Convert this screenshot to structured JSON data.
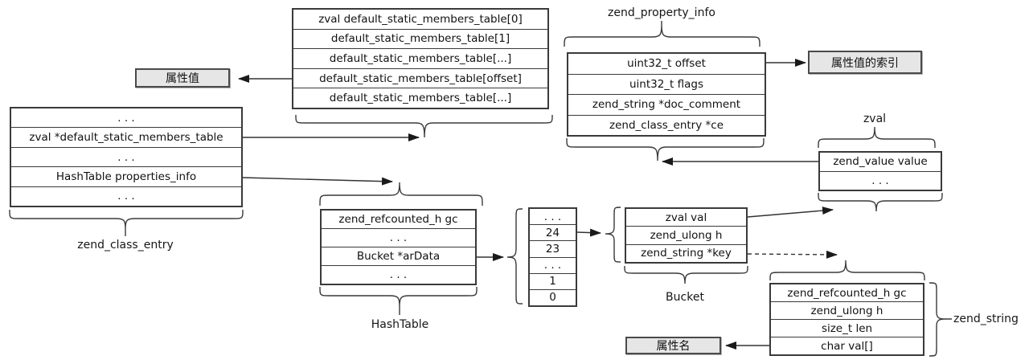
{
  "boxes": {
    "property_value": "属性值",
    "property_value_index": "属性值的索引",
    "property_name": "属性名"
  },
  "labels": {
    "zend_property_info": "zend_property_info",
    "zval": "zval",
    "zend_class_entry": "zend_class_entry",
    "hashtable": "HashTable",
    "bucket": "Bucket",
    "zend_string": "zend_string"
  },
  "tables": {
    "static_members": {
      "rows": [
        "zval default_static_members_table[0]",
        "default_static_members_table[1]",
        "default_static_members_table[...]",
        "default_static_members_table[offset]",
        "default_static_members_table[...]"
      ]
    },
    "class_entry": {
      "rows": [
        ". . .",
        "zval *default_static_members_table",
        ". . .",
        "HashTable properties_info",
        ". . ."
      ]
    },
    "property_info": {
      "rows": [
        "uint32_t offset",
        "uint32_t flags",
        "zend_string *doc_comment",
        "zend_class_entry *ce"
      ]
    },
    "zval": {
      "rows": [
        "zend_value value",
        ". . ."
      ]
    },
    "hashtable": {
      "rows": [
        "zend_refcounted_h gc",
        ". . .",
        "Bucket *arData",
        ". . ."
      ]
    },
    "array_index": {
      "cells": [
        ". . .",
        "24",
        "23",
        ". . .",
        "1",
        "0"
      ]
    },
    "bucket": {
      "rows": [
        "zval val",
        "zend_ulong h",
        "zend_string *key"
      ]
    },
    "zend_string": {
      "rows": [
        "zend_refcounted_h gc",
        "zend_ulong h",
        "size_t len",
        "char val[]"
      ]
    }
  },
  "colors": {
    "line": "#333333",
    "arrowhead": "#1a1a1a",
    "box_fill": "#e6e6e6",
    "background": "#ffffff"
  }
}
